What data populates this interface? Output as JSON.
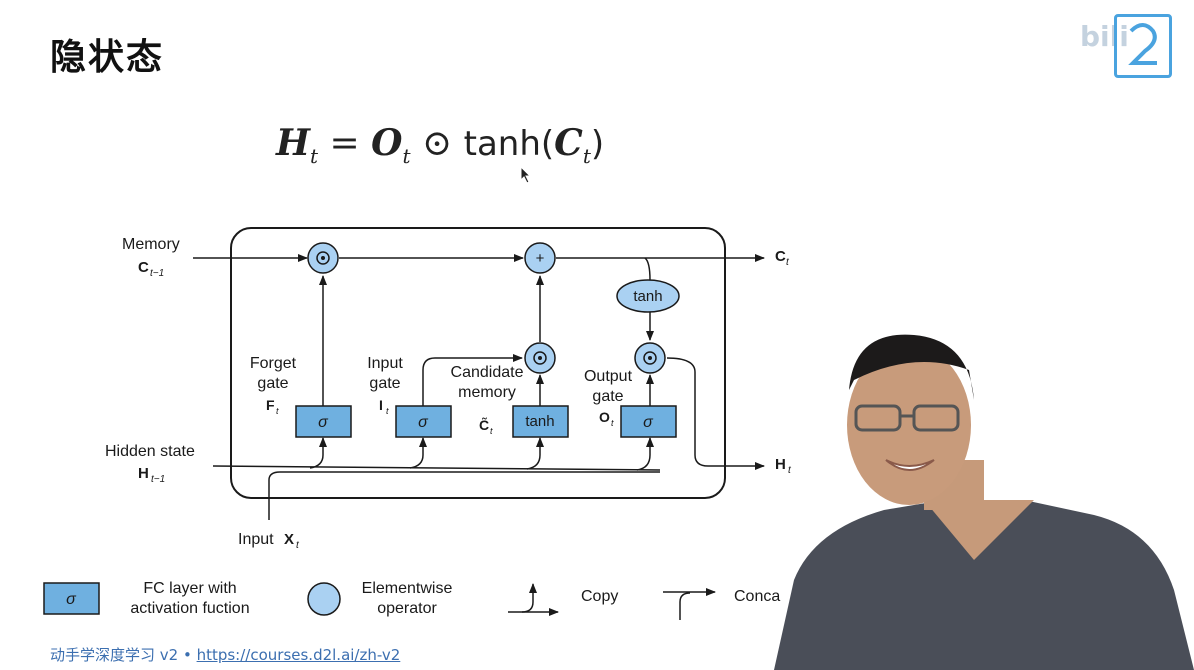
{
  "slide": {
    "title": "隐状态"
  },
  "formula": {
    "lhs": "H",
    "lhs_sub": "t",
    "eq": "=",
    "o": "O",
    "o_sub": "t",
    "op": "⊙",
    "fn": "tanh(",
    "c": "C",
    "c_sub": "t",
    "close": ")"
  },
  "diagram": {
    "memory_label": "Memory",
    "memory_var": "C",
    "memory_sub": "t−1",
    "hidden_label": "Hidden state",
    "hidden_var": "H",
    "hidden_sub": "t−1",
    "input_label": "Input",
    "input_var": "X",
    "input_sub": "t",
    "out_c_var": "C",
    "out_c_sub": "t",
    "out_h_var": "H",
    "out_h_sub": "t",
    "forget_l1": "Forget",
    "forget_l2": "gate",
    "forget_var": "F",
    "forget_sub": "t",
    "input_gate_l1": "Input",
    "input_gate_l2": "gate",
    "input_gate_var": "I",
    "input_gate_sub": "t",
    "cand_l1": "Candidate",
    "cand_l2": "memory",
    "cand_var": "C̃",
    "cand_sub": "t",
    "output_l1": "Output",
    "output_l2": "gate",
    "output_var": "O",
    "output_sub": "t",
    "sigma": "σ",
    "tanh": "tanh",
    "plus": "+",
    "dot": "⊙"
  },
  "legend": {
    "fc_symbol": "σ",
    "fc_l1": "FC layer with",
    "fc_l2": "activation fuction",
    "elem_l1": "Elementwise",
    "elem_l2": "operator",
    "copy": "Copy",
    "concat": "Conca"
  },
  "footer": {
    "course": "动手学深度学习 v2 • ",
    "url": "https://courses.d2l.ai/zh-v2"
  },
  "colors": {
    "box_fill": "#6fb0e0",
    "circle_fill": "#aad1f2",
    "stroke": "#1a1a1a",
    "link": "#3c6fb0"
  }
}
